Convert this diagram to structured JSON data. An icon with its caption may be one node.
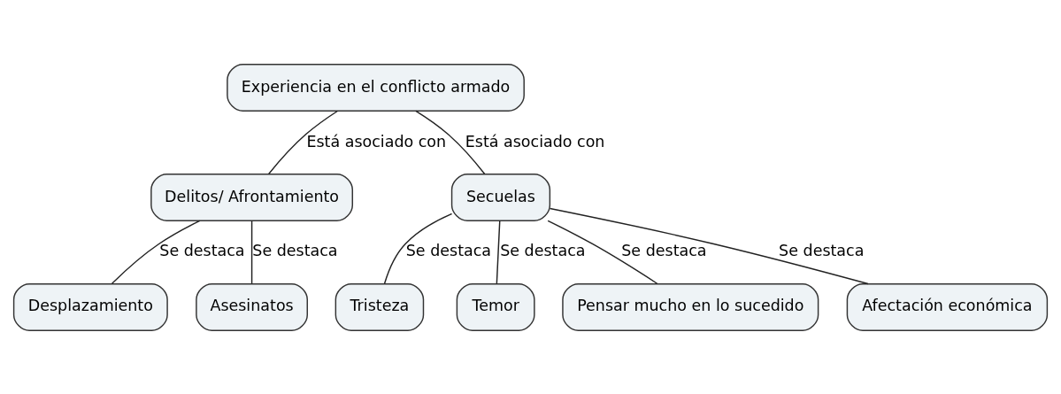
{
  "diagram": {
    "nodes": [
      {
        "text": [
          "Experiencia en el conflicto armado"
        ]
      },
      {
        "text": [
          "Delitos/ Afrontamiento"
        ]
      },
      {
        "text": [
          "Secuelas"
        ]
      },
      {
        "text": [
          "Desplazamiento"
        ]
      },
      {
        "text": [
          "Asesinatos"
        ]
      },
      {
        "text": [
          "Tristeza"
        ]
      },
      {
        "text": [
          "Temor"
        ]
      },
      {
        "text": [
          "Pensar mucho en lo sucedido"
        ]
      },
      {
        "text": [
          "Afectación económica"
        ]
      }
    ],
    "edges": [
      {
        "from": 0,
        "to": 1,
        "arrow": "none",
        "label": "Está asociado con"
      },
      {
        "from": 0,
        "to": 2,
        "arrow": "none",
        "label": "Está asociado con"
      },
      {
        "from": 1,
        "to": 3,
        "arrow": "none",
        "label": "Se destaca"
      },
      {
        "from": 1,
        "to": 4,
        "arrow": "none",
        "label": "Se destaca"
      },
      {
        "from": 2,
        "to": 5,
        "arrow": "none",
        "label": "Se destaca"
      },
      {
        "from": 2,
        "to": 6,
        "arrow": "none",
        "label": "Se destaca"
      },
      {
        "from": 2,
        "to": 7,
        "arrow": "none",
        "label": "Se destaca"
      },
      {
        "from": 2,
        "to": 8,
        "arrow": "none",
        "label": "Se destaca"
      }
    ]
  }
}
